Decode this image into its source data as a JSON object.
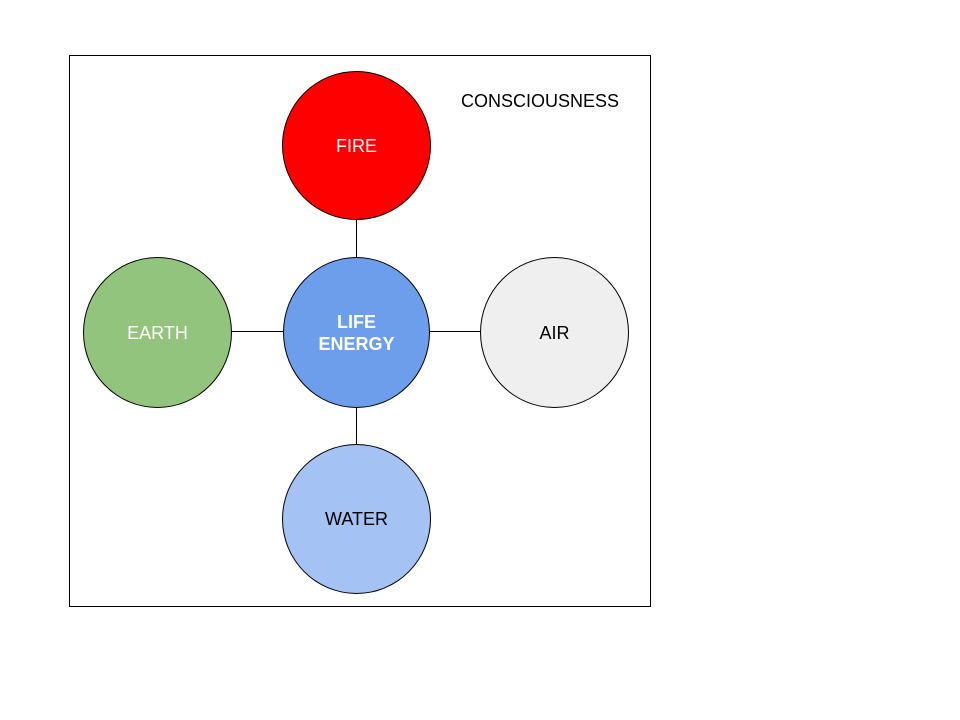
{
  "diagram": {
    "title": "CONSCIOUSNESS",
    "nodes": {
      "fire": {
        "label": "FIRE",
        "fill": "#ff0000",
        "text_color": "#ffffff"
      },
      "earth": {
        "label": "EARTH",
        "fill": "#93c47d",
        "text_color": "#ffffff"
      },
      "center": {
        "label_line1": "LIFE",
        "label_line2": "ENERGY",
        "fill": "#6d9eeb",
        "text_color": "#ffffff"
      },
      "air": {
        "label": "AIR",
        "fill": "#efefef",
        "text_color": "#000000"
      },
      "water": {
        "label": "WATER",
        "fill": "#a4c2f4",
        "text_color": "#000000"
      }
    },
    "edges": [
      [
        "center",
        "fire"
      ],
      [
        "center",
        "earth"
      ],
      [
        "center",
        "air"
      ],
      [
        "center",
        "water"
      ]
    ]
  }
}
